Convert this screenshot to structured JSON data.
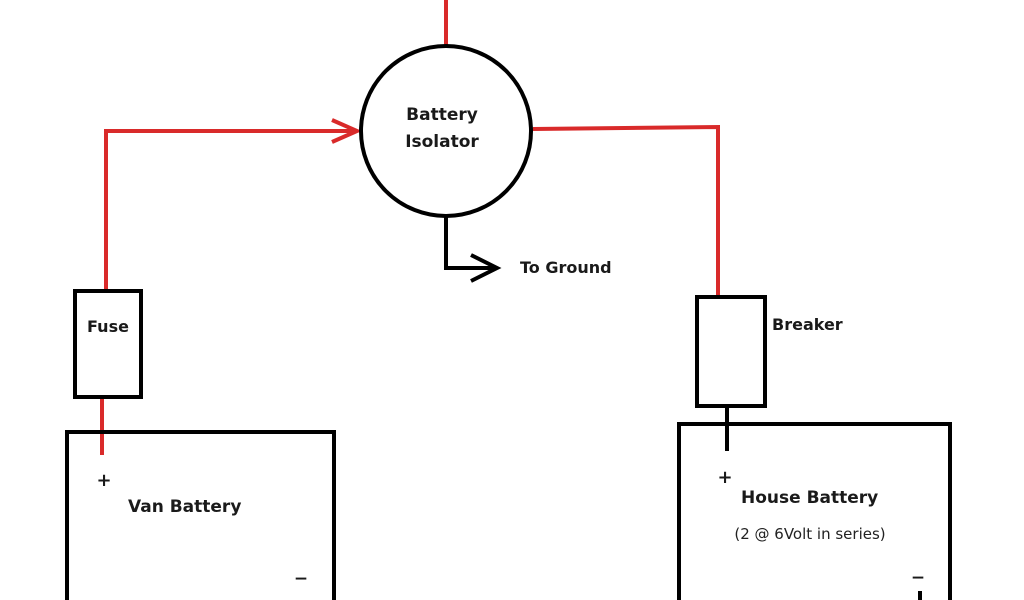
{
  "diagram": {
    "title": "Dual battery isolator wiring",
    "colors": {
      "positive_wire": "#d92a2a",
      "outline": "#000000",
      "background": "#ffffff"
    },
    "isolator": {
      "label_line1": "Battery",
      "label_line2": "Isolator"
    },
    "ground": {
      "label": "To Ground"
    },
    "fuse": {
      "label": "Fuse"
    },
    "breaker": {
      "label": "Breaker"
    },
    "van_battery": {
      "label": "Van Battery",
      "plus": "+",
      "minus": "−"
    },
    "house_battery": {
      "label": "House Battery",
      "note": "(2 @ 6Volt in series)",
      "plus": "+",
      "minus": "−"
    }
  }
}
